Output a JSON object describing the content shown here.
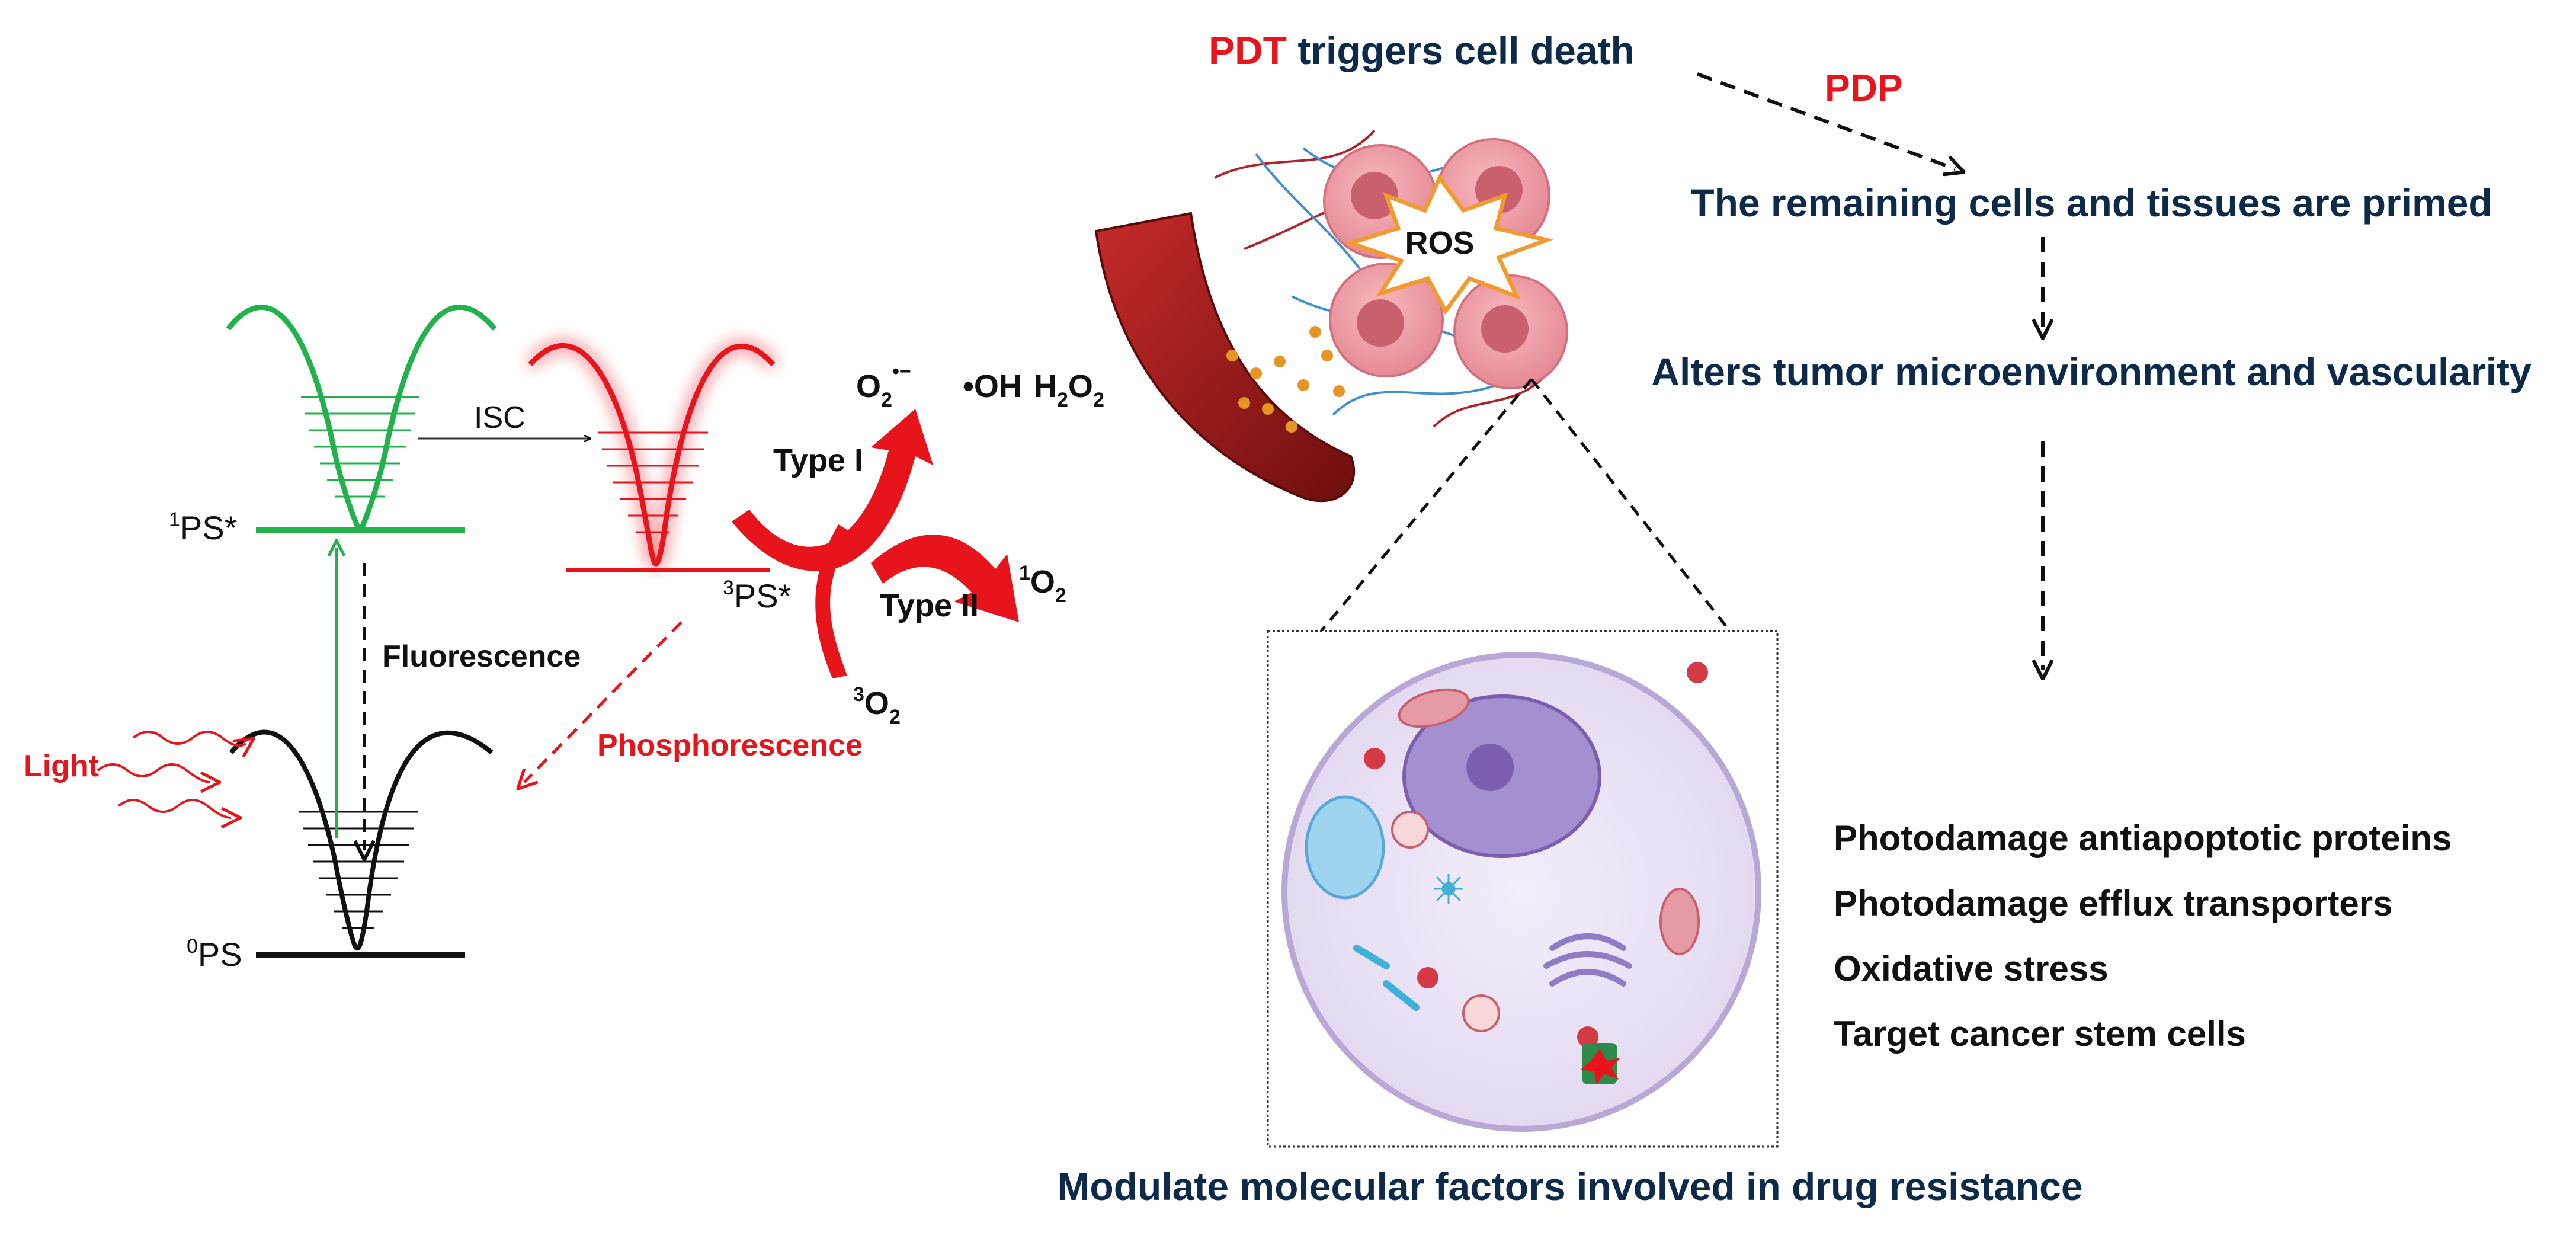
{
  "jablonski": {
    "singlet_label": "PS*",
    "singlet_sup": "1",
    "triplet_label": "PS*",
    "triplet_sup": "3",
    "ground_label": "PS",
    "ground_sup": "0",
    "isc": "ISC",
    "fluorescence": "Fluorescence",
    "phosphorescence": "Phosphorescence",
    "light": "Light"
  },
  "reactions": {
    "type1": "Type I",
    "type2": "Type II",
    "superoxide_base": "O",
    "superoxide_sub": "2",
    "superoxide_sup": "•−",
    "hydroxyl": "•OH",
    "h2o2_a": "H",
    "h2o2_sub1": "2",
    "h2o2_b": "O",
    "h2o2_sub2": "2",
    "singlet_o2_sup": "1",
    "singlet_o2_base": "O",
    "singlet_o2_sub": "2",
    "triplet_o2_sup": "3",
    "triplet_o2_base": "O",
    "triplet_o2_sub": "2"
  },
  "tumor": {
    "pdt": "PDT",
    "triggers": " triggers cell death",
    "ros": "ROS"
  },
  "flow": {
    "pdp": "PDP",
    "step1": "The remaining cells and tissues are primed",
    "step2": "Alters tumor microenvironment and vascularity",
    "bottom_caption": "Modulate molecular factors involved in drug resistance",
    "factors": [
      "Photodamage antiapoptotic proteins",
      "Photodamage efflux transporters",
      "Oxidative stress",
      "Target cancer stem cells"
    ]
  },
  "colors": {
    "singlet": "#22b24c",
    "triplet": "#e8141b",
    "ground": "#111111",
    "navy_text": "#0d2a4a",
    "red_text": "#e8141b",
    "vessel": "#8b1a1a",
    "cell_membrane": "#b8a8d6",
    "nucleus": "#7b5fae"
  }
}
